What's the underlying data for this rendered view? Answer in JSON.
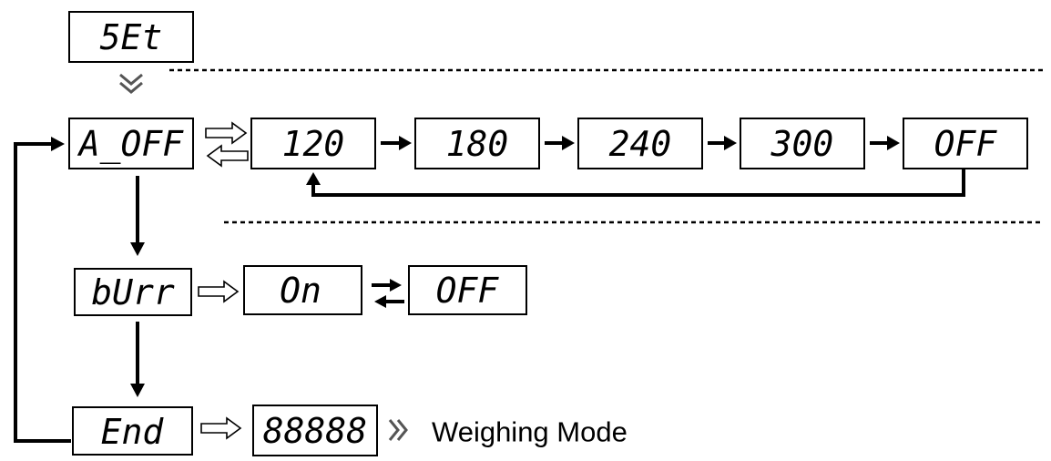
{
  "menu": {
    "set": "5Et",
    "auto_off": "A_OFF",
    "buzzer": "bUrr",
    "end": "End"
  },
  "auto_off_options": [
    "120",
    "180",
    "240",
    "300",
    "OFF"
  ],
  "buzzer_options": [
    "On",
    "OFF"
  ],
  "end_display": "88888",
  "end_caption": "Weighing Mode"
}
